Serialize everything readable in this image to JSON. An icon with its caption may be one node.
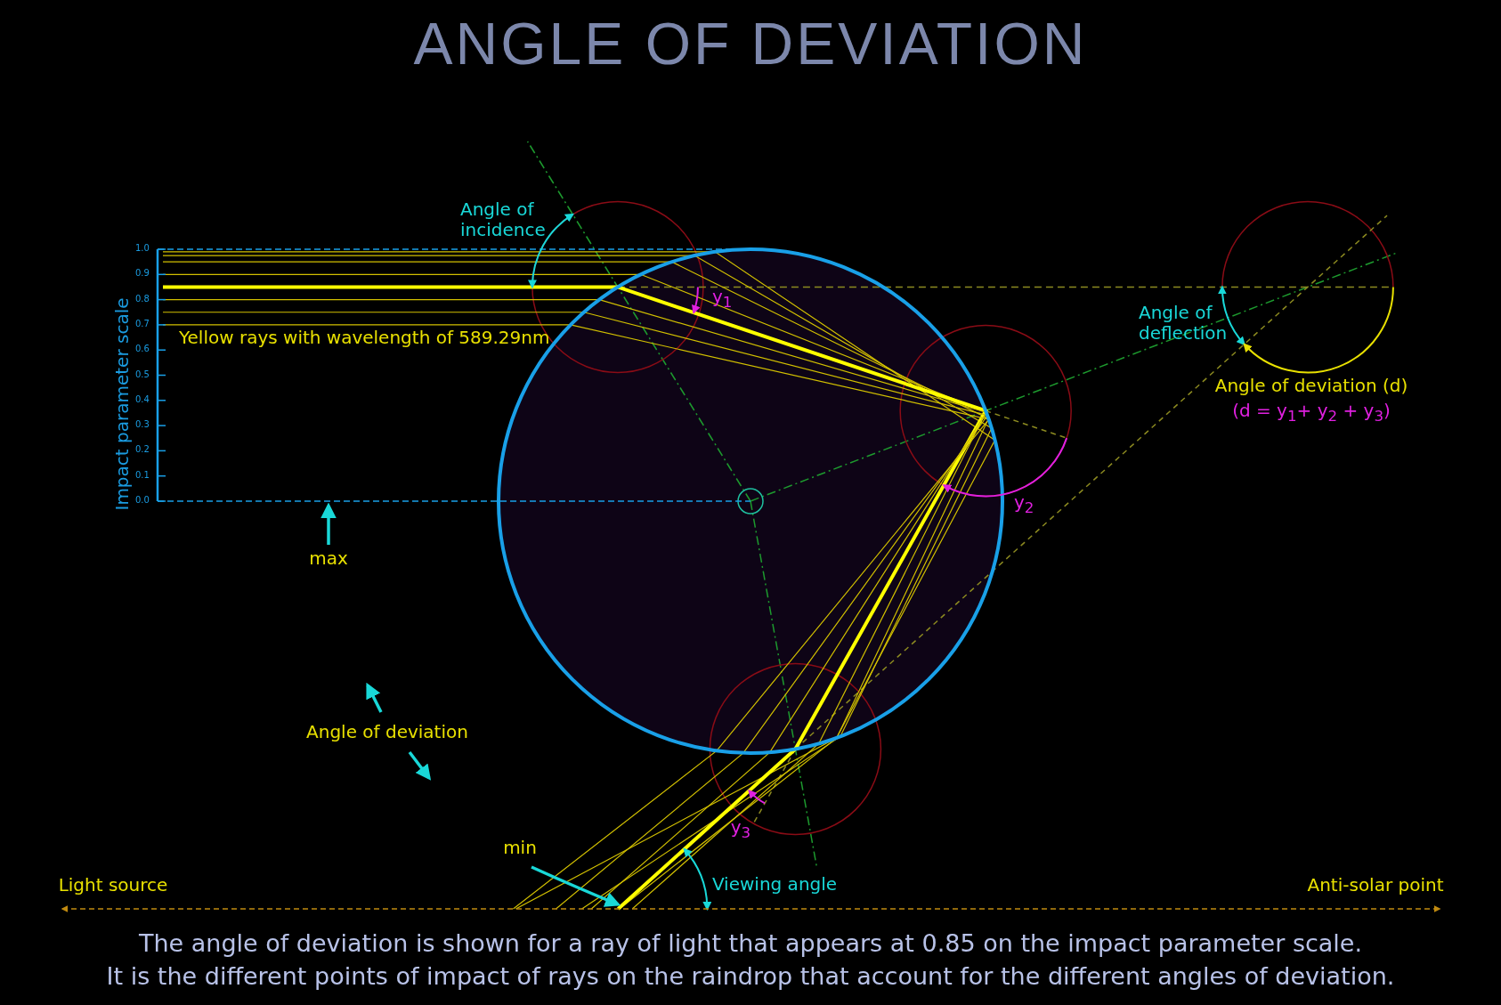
{
  "diagram": {
    "title": "ANGLE OF DEVIATION",
    "caption": "The angle of deviation is shown for a ray of light that appears at 0.85 on the impact parameter scale.",
    "labels": [
      "Angle of incidence",
      "y$_{1}$",
      "Angle of deflection",
      "Angle of deviation (d)",
      "(d = y$_{1}$+ y$_{2}$ + y$_{3}$)",
      "Impact parameter scale",
      "1.0",
      "0.9",
      "0.8",
      "0.7",
      "0.6",
      "0.5",
      "0.4",
      "0.3",
      "0.2",
      "0.1",
      "0.0",
      "Yellow rays with wavelength of 589.29nm",
      "y$_{2}$",
      "max",
      "Angle of deviation",
      "min",
      "y$_{3}$",
      "Light source",
      "Viewing angle",
      "Anti-solar point",
      "It is the different points of impact of rays on the raindrop that account for the different angles of deviation."
    ]
  }
}
